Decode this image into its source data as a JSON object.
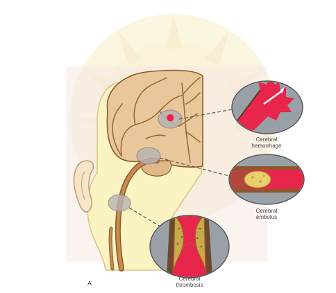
{
  "figure": {
    "panel_letter": "A",
    "watermark_colors": [
      "#f6e7a8",
      "#f3dccb"
    ],
    "labels": {
      "hemorrhage": [
        "Cerebral",
        "hemorrhage"
      ],
      "embolus": [
        "Cerebral",
        "embolus"
      ],
      "thrombosis": [
        "Cerebral",
        "thrombosis"
      ]
    }
  },
  "colors": {
    "brain": "#e9c79a",
    "brain_outline": "#8a5a2c",
    "vessel": "#9a6a36",
    "blood": "#e8254b",
    "bubble_bg": "#9aa0a8",
    "skin": "#fbf3c2",
    "plaque": "#c9a94a",
    "embolus_clot": "#e7cf6a"
  }
}
